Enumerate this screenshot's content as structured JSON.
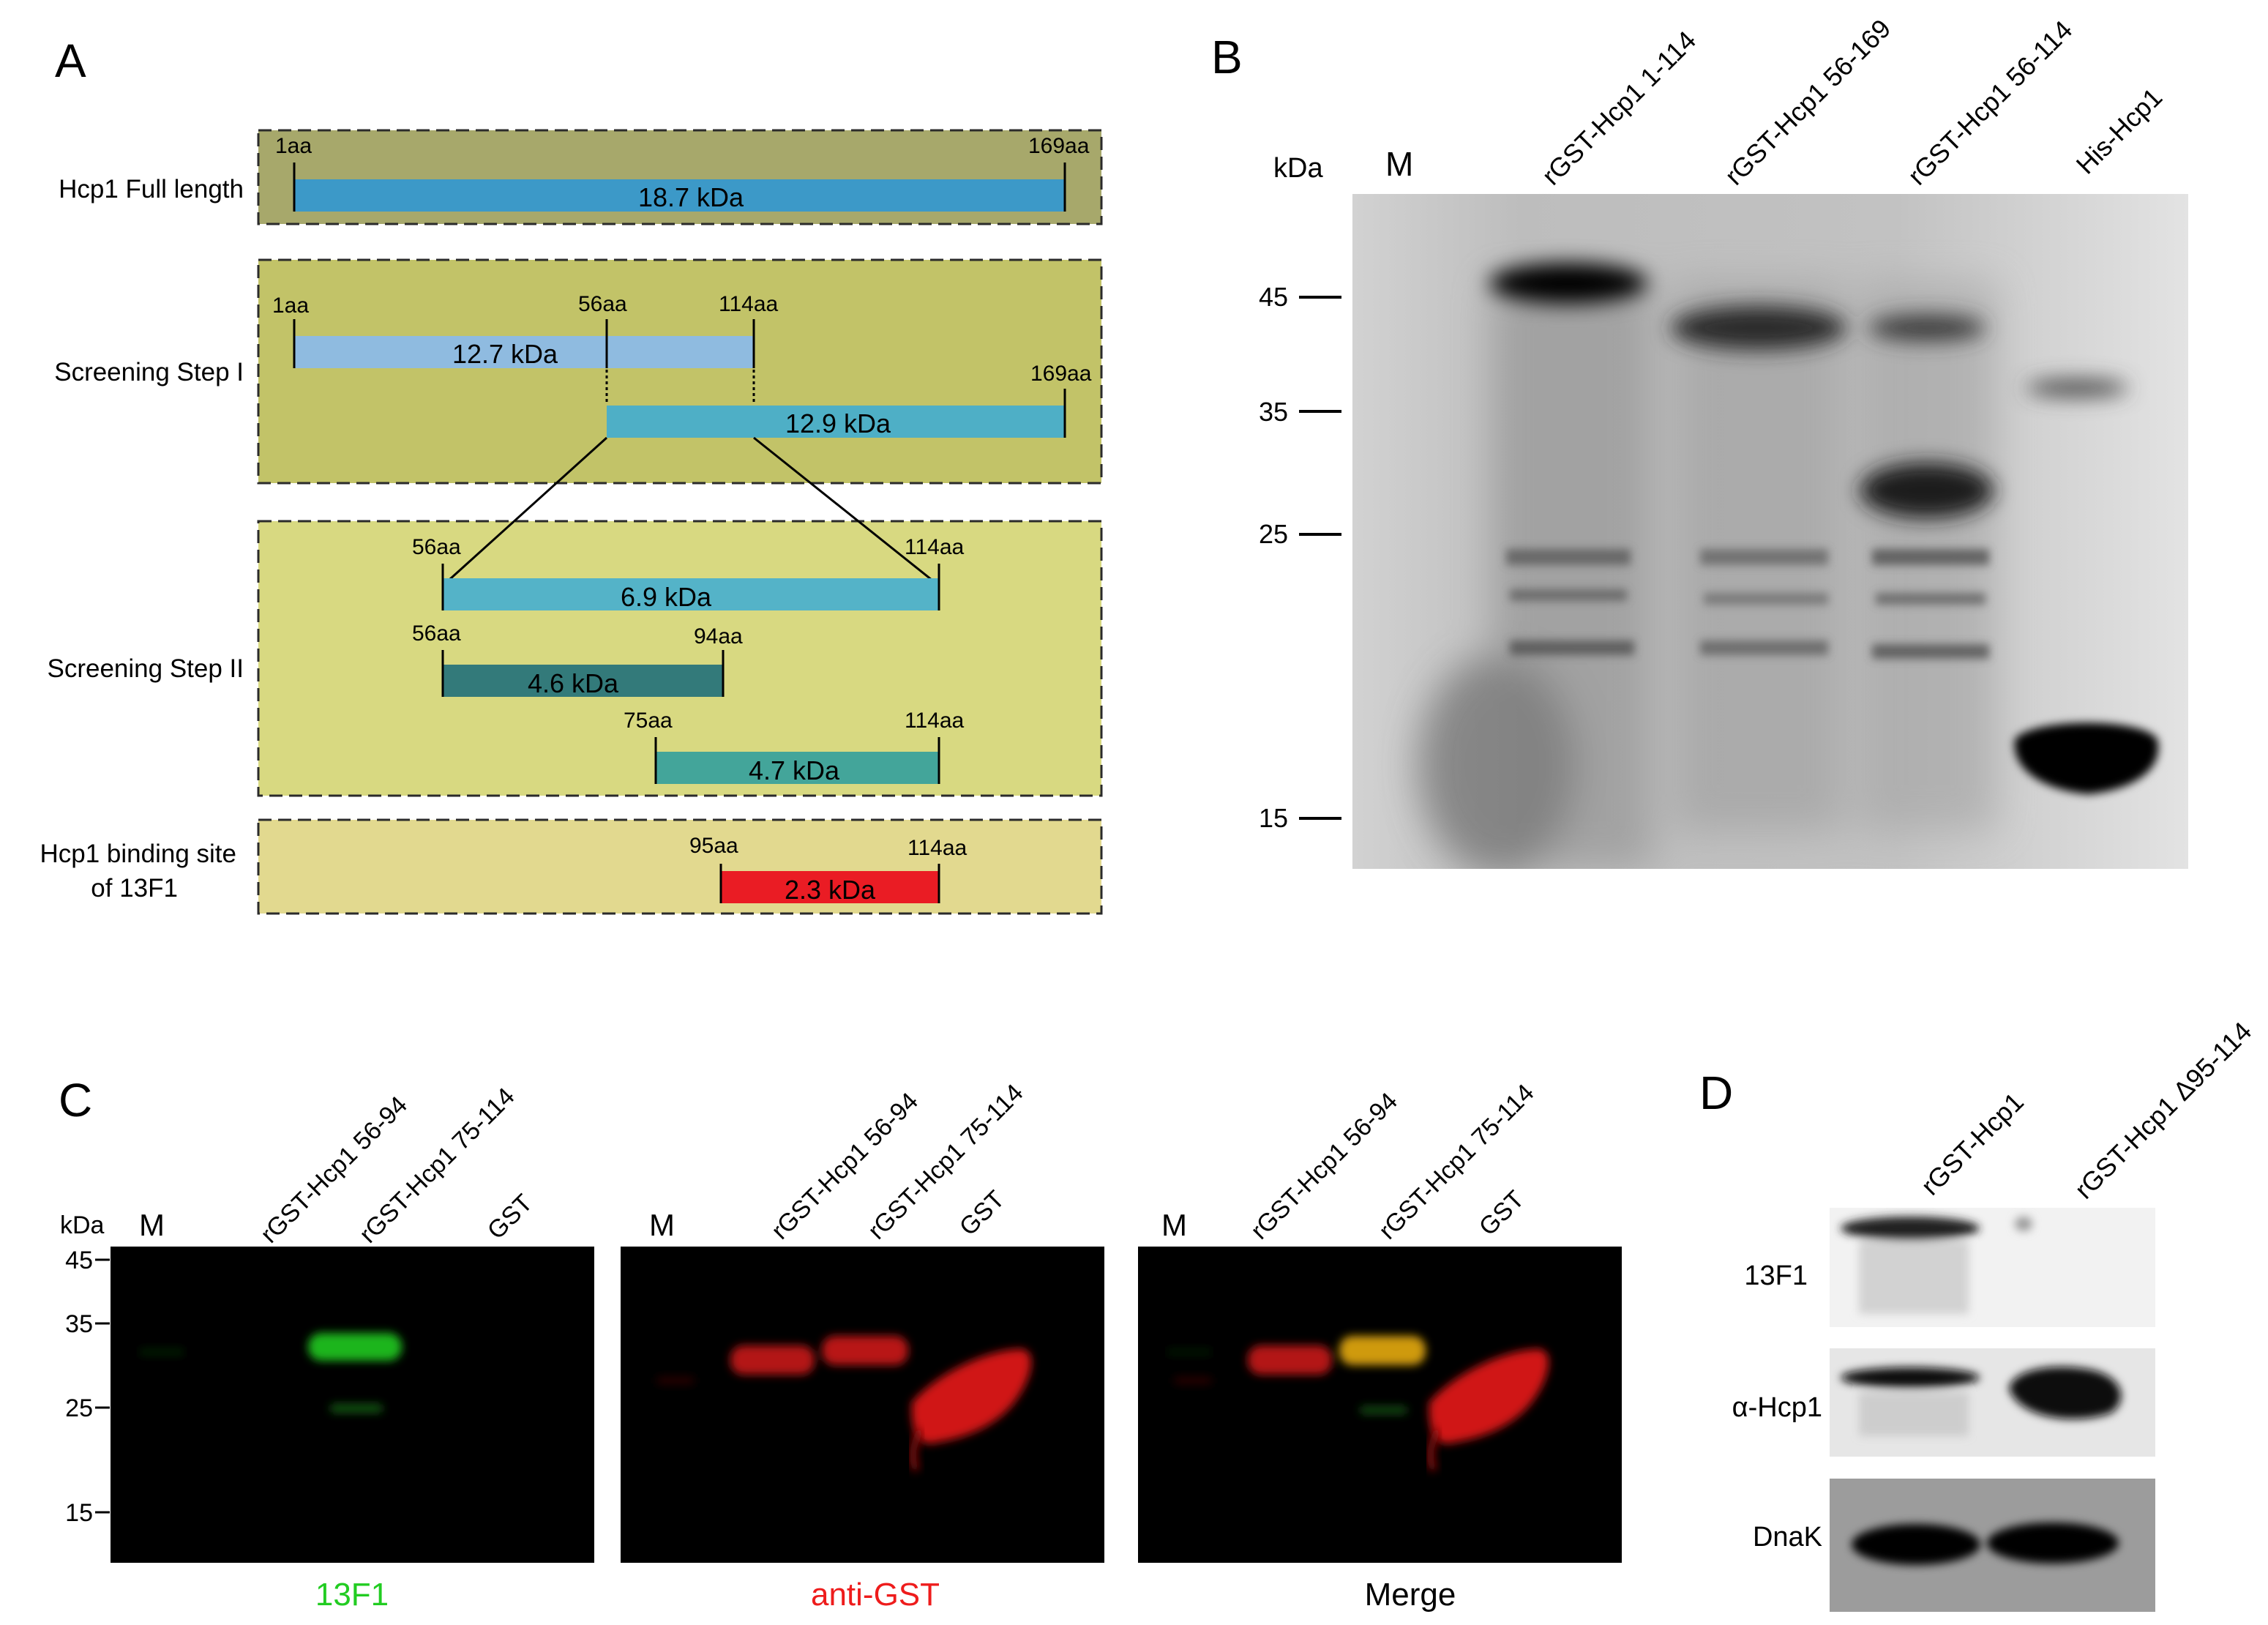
{
  "panel_a": {
    "label": "A",
    "rows": [
      {
        "label": "Hcp1 Full length",
        "color": "#a7a86b"
      },
      {
        "label": "Screening Step I",
        "color": "#c2c368"
      },
      {
        "label": "Screening Step II",
        "color": "#d8d981"
      },
      {
        "label_line1": "Hcp1 binding site",
        "label_line2": "of 13F1",
        "color": "#e2d98f"
      }
    ],
    "fragments": [
      {
        "start": "1aa",
        "end": "169aa",
        "mw": "18.7 kDa",
        "color": "#3c99c8"
      },
      {
        "start": "1aa",
        "mid": "56aa",
        "end": "114aa",
        "mw": "12.7 kDa",
        "color": "#8fbbe0"
      },
      {
        "end": "169aa",
        "mw": "12.9 kDa",
        "color": "#4eafc6"
      },
      {
        "start": "56aa",
        "end": "114aa",
        "mw": "6.9 kDa",
        "color": "#54b3c8"
      },
      {
        "start": "56aa",
        "end": "94aa",
        "mw": "4.6 kDa",
        "color": "#337a7a"
      },
      {
        "start": "75aa",
        "end": "114aa",
        "mw": "4.7 kDa",
        "color": "#43a59a"
      },
      {
        "start": "95aa",
        "end": "114aa",
        "mw": "2.3 kDa",
        "color": "#ea1c24"
      }
    ]
  },
  "panel_b": {
    "label": "B",
    "unit": "kDa",
    "marker": "M",
    "lanes": [
      "rGST-Hcp1 1-114",
      "rGST-Hcp1 56-169",
      "rGST-Hcp1 56-114",
      "His-Hcp1"
    ],
    "ladder": [
      "45",
      "35",
      "25",
      "15"
    ]
  },
  "panel_c": {
    "label": "C",
    "unit": "kDa",
    "ladder": [
      "45",
      "35",
      "25",
      "15"
    ],
    "marker": "M",
    "lanes": [
      "rGST-Hcp1 56-94",
      "rGST-Hcp1 75-114",
      "GST"
    ],
    "blots": [
      {
        "caption": "13F1",
        "caption_color": "#22cc22"
      },
      {
        "caption": "anti-GST",
        "caption_color": "#ee1c1c"
      },
      {
        "caption": "Merge",
        "caption_color": "#000000"
      }
    ]
  },
  "panel_d": {
    "label": "D",
    "lanes": [
      "rGST-Hcp1",
      "rGST-Hcp1 Δ95-114"
    ],
    "rows": [
      "13F1",
      "α-Hcp1",
      "DnaK"
    ]
  }
}
